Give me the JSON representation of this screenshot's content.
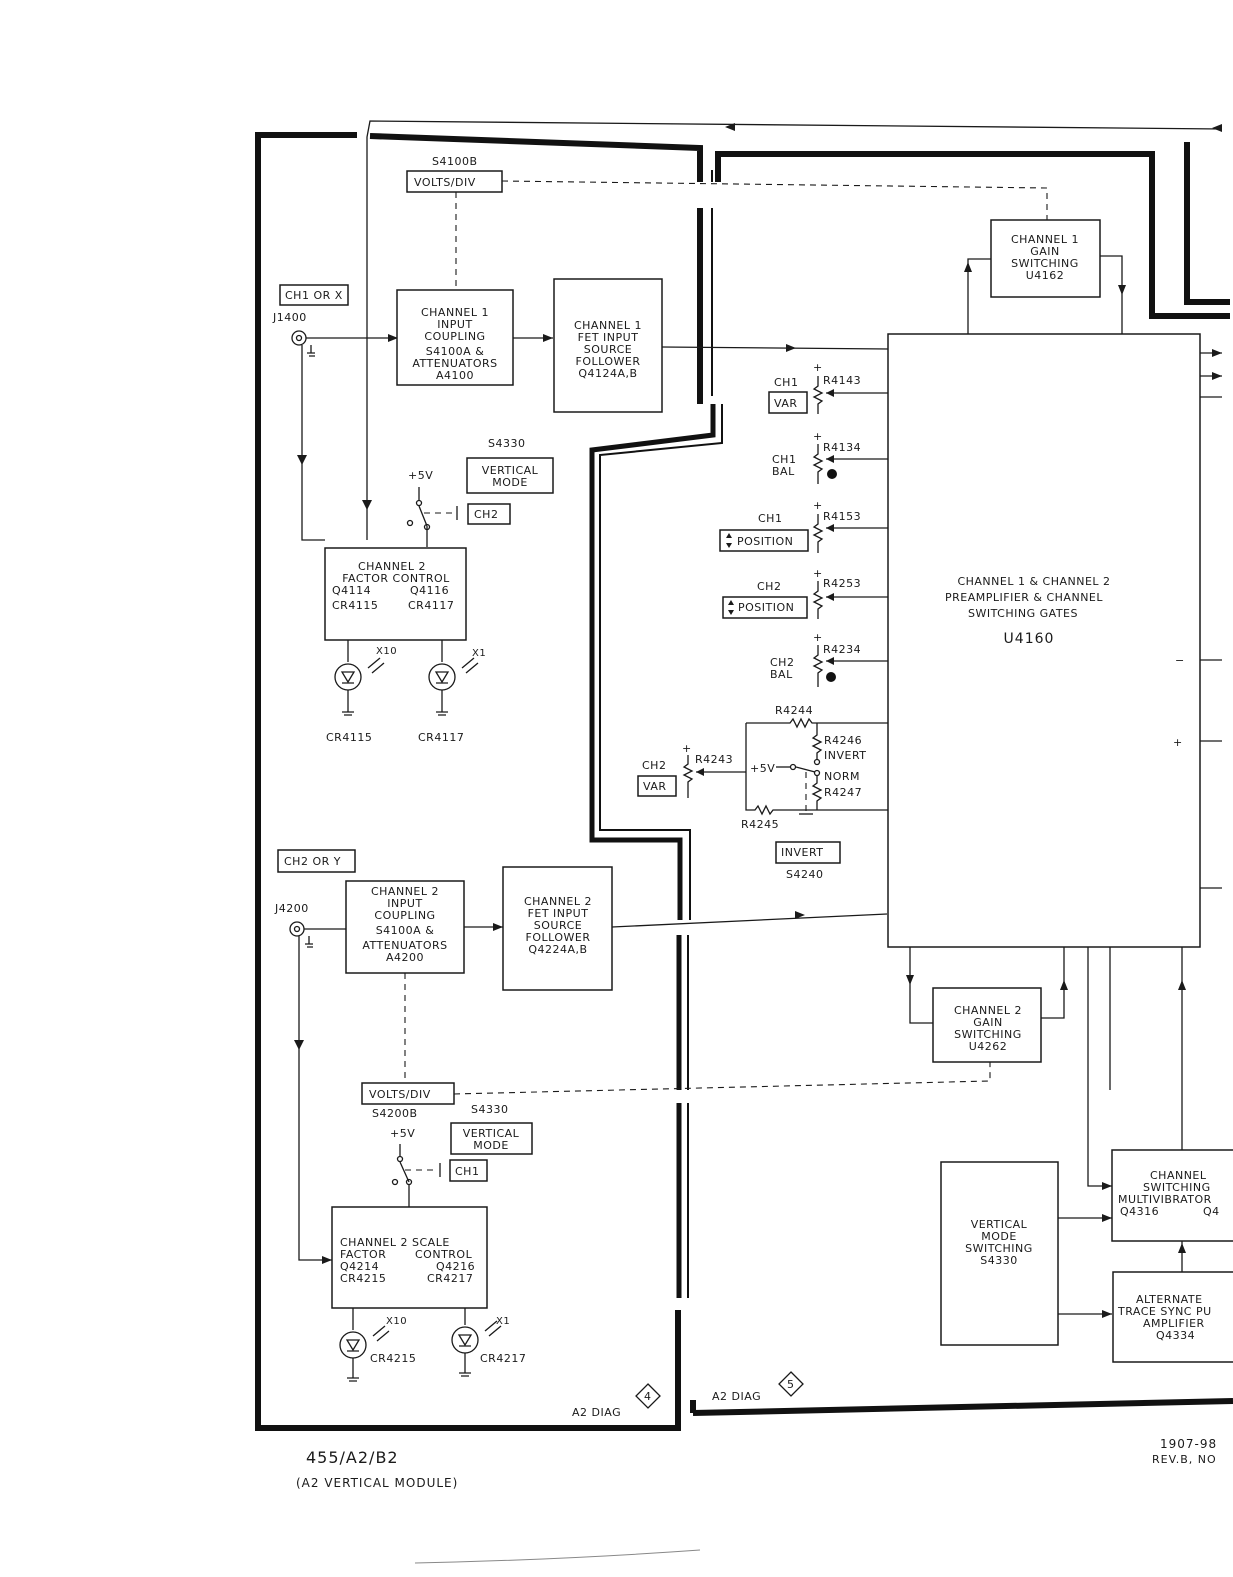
{
  "footer": {
    "model": "455/A2/B2",
    "module": "(A2 VERTICAL MODULE)",
    "part_number": "1907-98",
    "revision": "REV.B, NO"
  },
  "diag_labels": {
    "left": "A2 DIAG",
    "left_num": "4",
    "right": "A2 DIAG",
    "right_num": "5"
  },
  "connectors": {
    "ch1_label": "CH1 OR X",
    "ch1_jack": "J1400",
    "ch2_label": "CH2 OR Y",
    "ch2_jack": "J4200"
  },
  "switches": {
    "s4100b": "S4100B",
    "volts_div_1": "VOLTS/DIV",
    "s4200b": "S4200B",
    "volts_div_2": "VOLTS/DIV",
    "s4330_a": "S4330",
    "vertical_mode_a": [
      "VERTICAL",
      "MODE"
    ],
    "ch2_btn": "CH2",
    "s4330_b": "S4330",
    "vertical_mode_b": [
      "VERTICAL",
      "MODE"
    ],
    "ch1_btn": "CH1",
    "plus5v_a": "+5V",
    "plus5v_b": "+5V",
    "invert_btn": "INVERT",
    "s4240": "S4240"
  },
  "blocks": {
    "ch1_coupling": [
      "CHANNEL 1",
      "INPUT",
      "COUPLING",
      "S4100A &",
      "ATTENUATORS",
      "A4100"
    ],
    "ch1_fet": [
      "CHANNEL 1",
      "FET INPUT",
      "SOURCE",
      "FOLLOWER",
      "Q4124A,B"
    ],
    "ch2_coupling": [
      "CHANNEL 2",
      "INPUT",
      "COUPLING",
      "S4100A &",
      "ATTENUATORS",
      "A4200"
    ],
    "ch2_fet": [
      "CHANNEL 2",
      "FET INPUT",
      "SOURCE",
      "FOLLOWER",
      "Q4224A,B"
    ],
    "ch1_gain": [
      "CHANNEL 1",
      "GAIN",
      "SWITCHING",
      "U4162"
    ],
    "ch2_gain": [
      "CHANNEL 2",
      "GAIN",
      "SWITCHING",
      "U4262"
    ],
    "preamp": [
      "CHANNEL 1 & CHANNEL 2",
      "PREAMPLIFIER & CHANNEL",
      "SWITCHING   GATES"
    ],
    "preamp_ref": "U4160",
    "vert_mode_sw": [
      "VERTICAL",
      "MODE",
      "SWITCHING",
      "S4330"
    ],
    "ch_sw_mv": [
      "CHANNEL",
      "SWITCHING",
      "MULTIVIBRATOR",
      "Q4316",
      "Q4"
    ],
    "alt_trace": [
      "ALTERNATE",
      "TRACE SYNC PU",
      "AMPLIFIER",
      "Q4334"
    ],
    "ch2_factor": [
      "CHANNEL 2",
      "FACTOR CONTROL",
      "Q4114",
      "Q4116",
      "CR4115",
      "CR4117"
    ],
    "ch2_scale": [
      "CHANNEL 2  SCALE",
      "FACTOR",
      "CONTROL",
      "Q4214",
      "Q4216",
      "CR4215",
      "CR4217"
    ]
  },
  "leds": {
    "x10_a": "X10",
    "x1_a": "X1",
    "cr4115": "CR4115",
    "cr4117": "CR4117",
    "x10_b": "X10",
    "x1_b": "X1",
    "cr4215": "CR4215",
    "cr4217": "CR4217"
  },
  "controls": {
    "ch1_var": {
      "name": "CH1",
      "btn": "VAR",
      "ref": "R4143"
    },
    "ch1_bal": {
      "name": [
        "CH1",
        "BAL"
      ],
      "ref": "R4134"
    },
    "ch1_pos": {
      "name": "CH1",
      "btn": "POSITION",
      "ref": "R4153"
    },
    "ch2_pos": {
      "name": "CH2",
      "btn": "POSITION",
      "ref": "R4253"
    },
    "ch2_bal": {
      "name": [
        "CH2",
        "BAL"
      ],
      "ref": "R4234"
    },
    "ch2_var": {
      "name": "CH2",
      "btn": "VAR",
      "ref": "R4243"
    },
    "r4244": "R4244",
    "r4246": "R4246",
    "invert": "INVERT",
    "norm": "NORM",
    "r4247": "R4247",
    "r4245": "R4245",
    "plus5v_c": "+5V"
  },
  "signs": {
    "plus": "+",
    "minus": "−"
  }
}
